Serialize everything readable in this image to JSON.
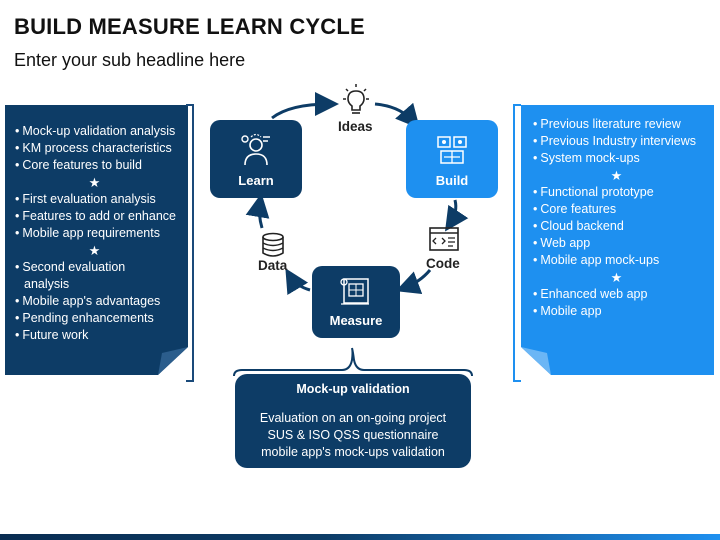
{
  "header": {
    "title": "BUILD MEASURE LEARN CYCLE",
    "subtitle": "Enter your sub headline here"
  },
  "cycle": {
    "learn": "Learn",
    "build": "Build",
    "measure": "Measure",
    "ideas": "Ideas",
    "code": "Code",
    "data": "Data"
  },
  "left_panel": {
    "group1": [
      "Mock-up validation analysis",
      "KM process characteristics",
      "Core features to build"
    ],
    "group2": [
      "First evaluation analysis",
      "Features to add or enhance",
      "Mobile app requirements"
    ],
    "group3": [
      "Second evaluation analysis",
      "Mobile app's advantages",
      "Pending enhancements",
      "Future work"
    ]
  },
  "right_panel": {
    "group1": [
      "Previous literature review",
      "Previous Industry interviews",
      "System mock-ups"
    ],
    "group2": [
      "Functional prototype",
      "Core features",
      "Cloud backend",
      "Web app",
      "Mobile app mock-ups"
    ],
    "group3": [
      "Enhanced web app",
      "Mobile app"
    ]
  },
  "separator": "★",
  "callout": {
    "heading": "Mock-up validation",
    "lines": [
      "Evaluation on an on-going project",
      "SUS & ISO QSS questionnaire",
      "mobile app's mock-ups validation"
    ]
  },
  "colors": {
    "dark_blue": "#0d3c66",
    "light_blue": "#1e90f0"
  },
  "icons": [
    "lightbulb-icon",
    "person-gear-icon",
    "build-tools-icon",
    "code-screen-icon",
    "database-icon",
    "blueprint-icon"
  ]
}
